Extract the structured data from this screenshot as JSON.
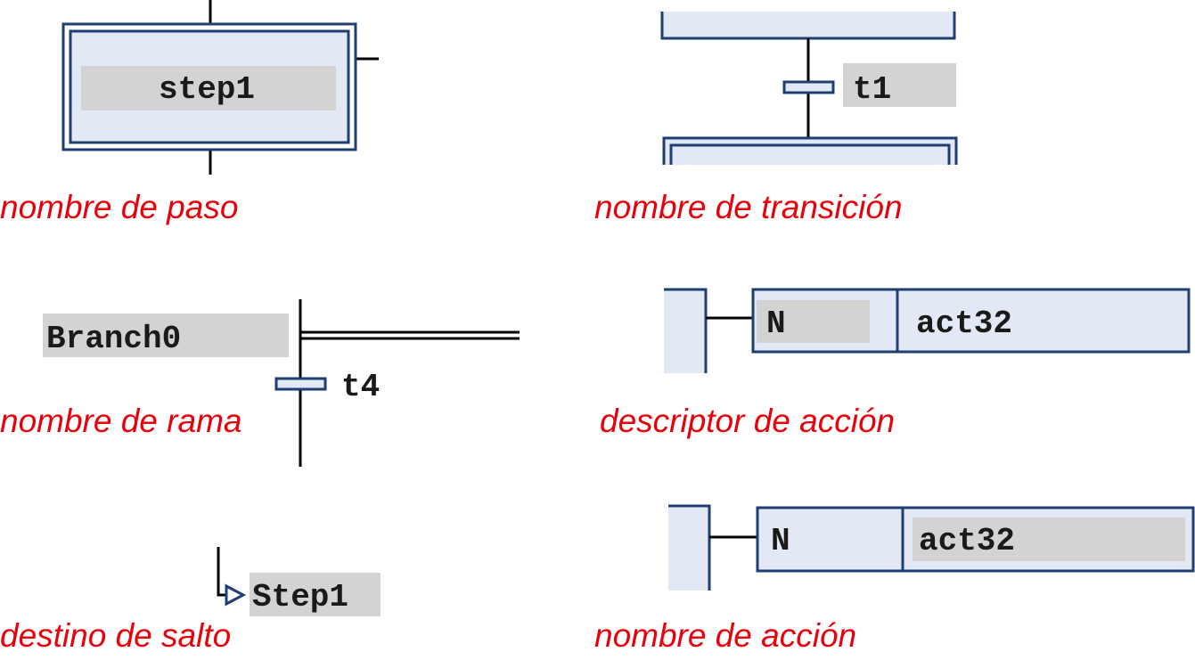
{
  "step": {
    "name": "step1",
    "caption": "nombre de paso"
  },
  "transition": {
    "name": "t1",
    "caption": "nombre de transición"
  },
  "branch": {
    "name": "Branch0",
    "transition": "t4",
    "caption": "nombre de rama"
  },
  "action_descriptor": {
    "qualifier": "N",
    "action": "act32",
    "caption": "descriptor de acción"
  },
  "action_name": {
    "qualifier": "N",
    "action": "act32",
    "caption": "nombre de acción"
  },
  "jump": {
    "target": "Step1",
    "caption": "destino de salto"
  },
  "colors": {
    "caption": "#e8000b",
    "outline": "#1f3f73",
    "highlight": "#d3d3d3",
    "box_fill": "#e2e9f5"
  }
}
